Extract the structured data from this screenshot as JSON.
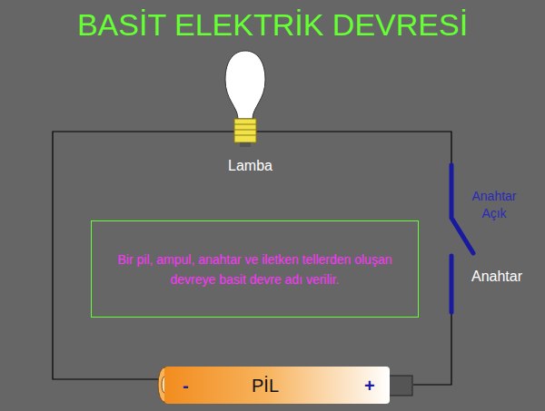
{
  "diagram": {
    "title": "BASİT ELEKTRİK DEVRESİ",
    "nodes": [
      {
        "text": [
          "Bir pil, ampul, anahtar ve iletken tellerden oluşan devreye basit devre adı verilir."
        ]
      },
      {
        "text": [
          "-",
          "PİL",
          "+"
        ]
      }
    ],
    "labels": [
      "Lamba",
      "Anahtar Açık",
      "Anahtar"
    ]
  }
}
